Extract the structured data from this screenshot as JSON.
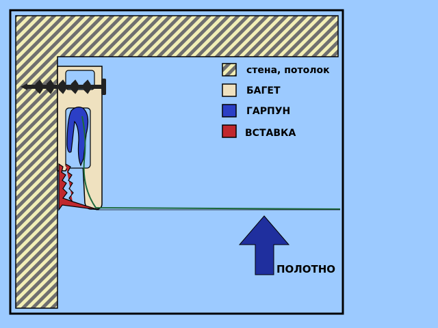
{
  "legend": {
    "items": [
      {
        "label": "стена, потолок",
        "swatch": "hatch"
      },
      {
        "label": "БАГЕТ",
        "swatch": "#efe1bf"
      },
      {
        "label": "ГАРПУН",
        "swatch": "#2b3fc6"
      },
      {
        "label": "ВСТАВКА",
        "swatch": "#c0282e"
      }
    ]
  },
  "canvas_label": "ПОЛОТНО",
  "colors": {
    "background": "#9ccaff",
    "hatch_light": "#f2efb6",
    "hatch_dark": "#6f6f6f",
    "profile": "#efe1bf",
    "harpoon": "#2b3fc6",
    "insert": "#c0282e",
    "membrane": "#1d6a3c",
    "arrow": "#1f2f9e",
    "screw": "#222222",
    "frame": "#000000"
  }
}
